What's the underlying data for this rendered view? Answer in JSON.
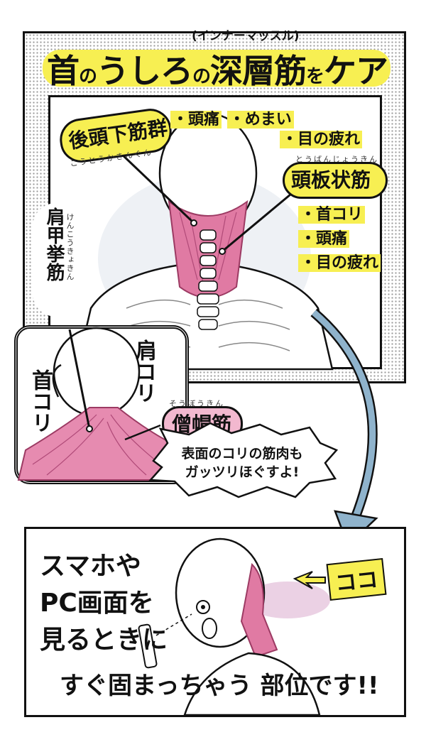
{
  "title": {
    "part1": "首",
    "part2": "の",
    "part3": "うしろ",
    "part4": "の",
    "part5": "深層筋",
    "part6": "を",
    "part7": "ケア",
    "subtitle": "(インナーマッスル)"
  },
  "muscles": {
    "suboccipital": {
      "name": "後頭下筋群",
      "reading": "こうとうかきんぐん",
      "symptoms": [
        "・頭痛",
        "・めまい",
        "・目の疲れ"
      ]
    },
    "splenius": {
      "name": "頭板状筋",
      "reading": "とうばんじょうきん",
      "symptoms": [
        "・首コリ",
        "・頭痛",
        "・目の疲れ"
      ]
    },
    "levator": {
      "name": "肩甲挙筋",
      "reading": "けんこうきょきん"
    },
    "trapezius": {
      "name": "僧帽筋",
      "reading": "そうぼうきん"
    }
  },
  "inset": {
    "label_shoulder": "肩コリ",
    "label_neck": "首コリ"
  },
  "burst": {
    "line1": "表面のコリの筋肉も",
    "line2": "ガッツリほぐすよ!"
  },
  "bottom": {
    "line1": "スマホや",
    "line2": "PC画面を",
    "line3": "見るときに",
    "line4": "すぐ固まっちゃう 部位です!!",
    "koko": "ココ"
  },
  "colors": {
    "highlight": "#f7ef52",
    "muscle": "#e07aa3",
    "arrow": "#8fb3cc"
  }
}
